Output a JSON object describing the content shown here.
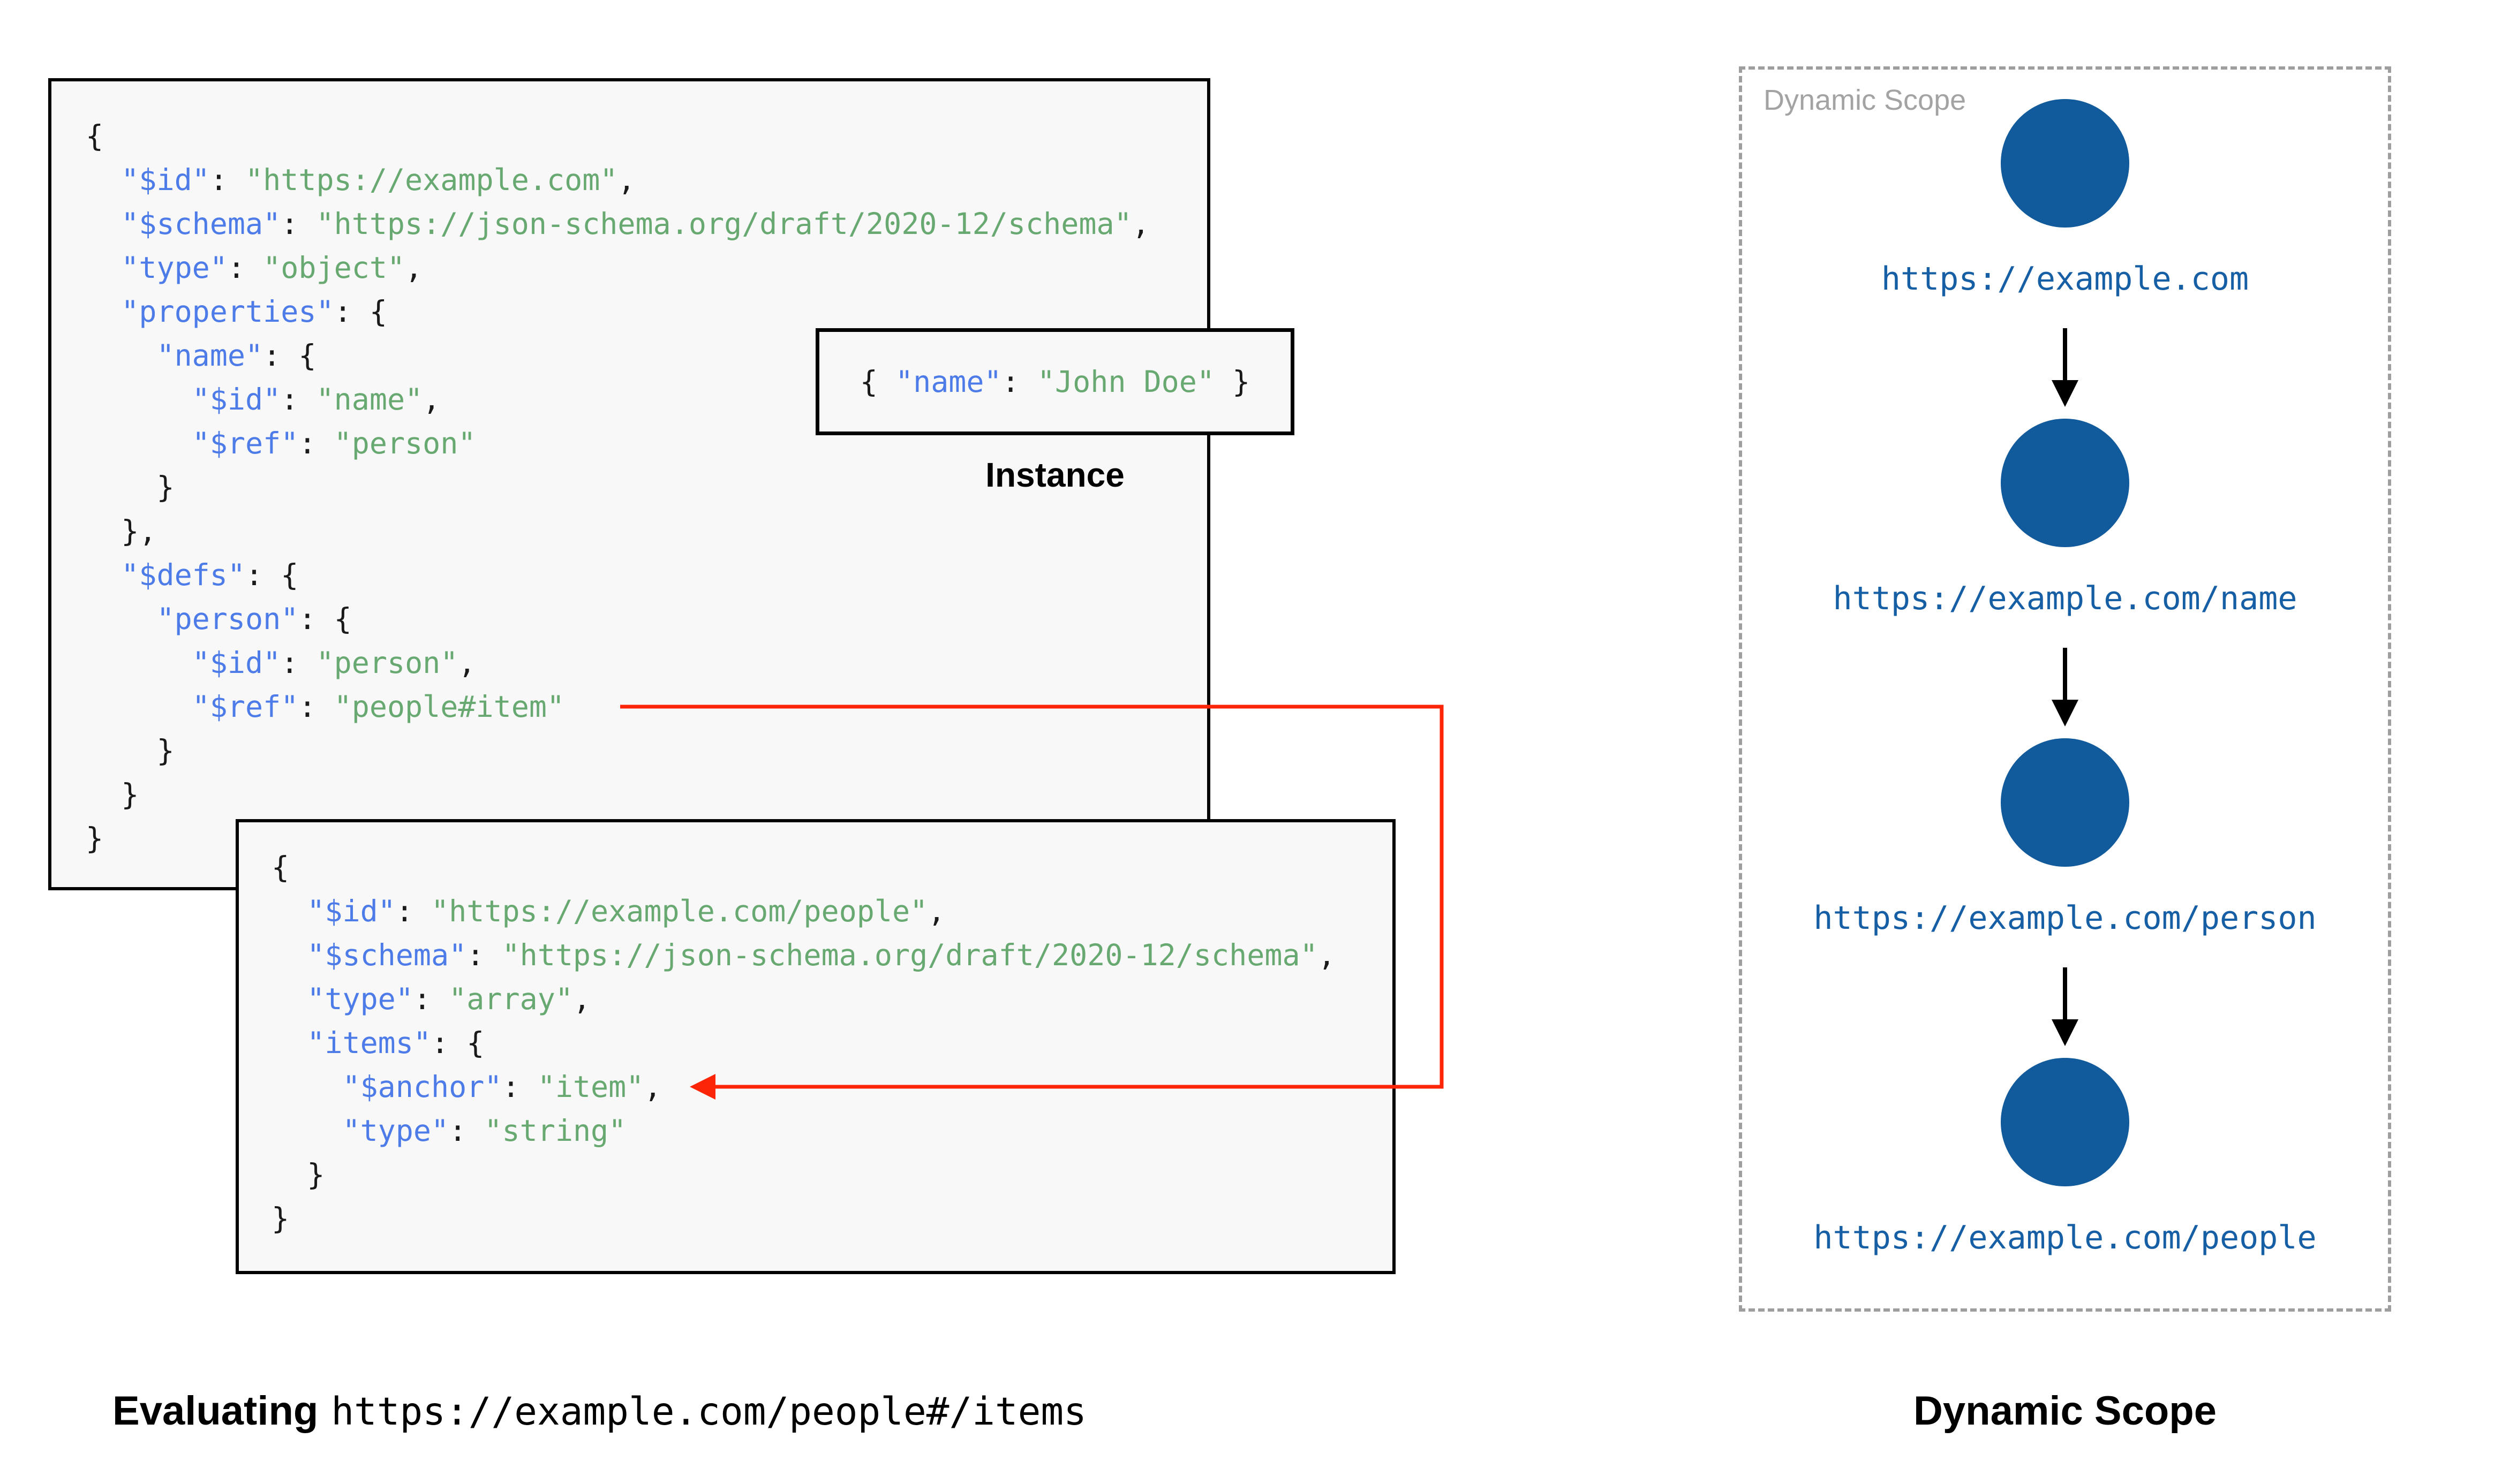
{
  "colors": {
    "box_background": "#f8f8f8",
    "box_border": "#000000",
    "json_key_blue": "#4d7be8",
    "json_string_green": "#68a871",
    "json_punct_black": "#1a1a1a",
    "ref_arrow_red": "#fc2508",
    "scope_circle_navy": "#115a9b",
    "scope_url_blue": "#175fa5",
    "scope_border_gray": "#9e9e9e",
    "scope_label_gray": "#a3a3a3"
  },
  "schema1": {
    "lines": [
      [
        [
          "p",
          "{"
        ]
      ],
      [
        [
          "p",
          "  "
        ],
        [
          "k",
          "\"$id\""
        ],
        [
          "p",
          ": "
        ],
        [
          "s",
          "\"https://example.com\""
        ],
        [
          "p",
          ","
        ]
      ],
      [
        [
          "p",
          "  "
        ],
        [
          "k",
          "\"$schema\""
        ],
        [
          "p",
          ": "
        ],
        [
          "s",
          "\"https://json-schema.org/draft/2020-12/schema\""
        ],
        [
          "p",
          ","
        ]
      ],
      [
        [
          "p",
          "  "
        ],
        [
          "k",
          "\"type\""
        ],
        [
          "p",
          ": "
        ],
        [
          "s",
          "\"object\""
        ],
        [
          "p",
          ","
        ]
      ],
      [
        [
          "p",
          "  "
        ],
        [
          "k",
          "\"properties\""
        ],
        [
          "p",
          ": {"
        ]
      ],
      [
        [
          "p",
          "    "
        ],
        [
          "k",
          "\"name\""
        ],
        [
          "p",
          ": {"
        ]
      ],
      [
        [
          "p",
          "      "
        ],
        [
          "k",
          "\"$id\""
        ],
        [
          "p",
          ": "
        ],
        [
          "s",
          "\"name\""
        ],
        [
          "p",
          ","
        ]
      ],
      [
        [
          "p",
          "      "
        ],
        [
          "k",
          "\"$ref\""
        ],
        [
          "p",
          ": "
        ],
        [
          "s",
          "\"person\""
        ]
      ],
      [
        [
          "p",
          "    }"
        ]
      ],
      [
        [
          "p",
          "  },"
        ]
      ],
      [
        [
          "p",
          "  "
        ],
        [
          "k",
          "\"$defs\""
        ],
        [
          "p",
          ": {"
        ]
      ],
      [
        [
          "p",
          "    "
        ],
        [
          "k",
          "\"person\""
        ],
        [
          "p",
          ": {"
        ]
      ],
      [
        [
          "p",
          "      "
        ],
        [
          "k",
          "\"$id\""
        ],
        [
          "p",
          ": "
        ],
        [
          "s",
          "\"person\""
        ],
        [
          "p",
          ","
        ]
      ],
      [
        [
          "p",
          "      "
        ],
        [
          "k",
          "\"$ref\""
        ],
        [
          "p",
          ": "
        ],
        [
          "s",
          "\"people#item\""
        ]
      ],
      [
        [
          "p",
          "    }"
        ]
      ],
      [
        [
          "p",
          "  }"
        ]
      ],
      [
        [
          "p",
          "}"
        ]
      ]
    ]
  },
  "schema2": {
    "lines": [
      [
        [
          "p",
          "{"
        ]
      ],
      [
        [
          "p",
          "  "
        ],
        [
          "k",
          "\"$id\""
        ],
        [
          "p",
          ": "
        ],
        [
          "s",
          "\"https://example.com/people\""
        ],
        [
          "p",
          ","
        ]
      ],
      [
        [
          "p",
          "  "
        ],
        [
          "k",
          "\"$schema\""
        ],
        [
          "p",
          ": "
        ],
        [
          "s",
          "\"https://json-schema.org/draft/2020-12/schema\""
        ],
        [
          "p",
          ","
        ]
      ],
      [
        [
          "p",
          "  "
        ],
        [
          "k",
          "\"type\""
        ],
        [
          "p",
          ": "
        ],
        [
          "s",
          "\"array\""
        ],
        [
          "p",
          ","
        ]
      ],
      [
        [
          "p",
          "  "
        ],
        [
          "k",
          "\"items\""
        ],
        [
          "p",
          ": {"
        ]
      ],
      [
        [
          "p",
          "    "
        ],
        [
          "k",
          "\"$anchor\""
        ],
        [
          "p",
          ": "
        ],
        [
          "s",
          "\"item\""
        ],
        [
          "p",
          ","
        ]
      ],
      [
        [
          "p",
          "    "
        ],
        [
          "k",
          "\"type\""
        ],
        [
          "p",
          ": "
        ],
        [
          "s",
          "\"string\""
        ]
      ],
      [
        [
          "p",
          "  }"
        ]
      ],
      [
        [
          "p",
          "}"
        ]
      ]
    ]
  },
  "instance": {
    "label": "Instance",
    "tokens": [
      [
        "p",
        "{ "
      ],
      [
        "k",
        "\"name\""
      ],
      [
        "p",
        ": "
      ],
      [
        "s",
        "\"John Doe\""
      ],
      [
        "p",
        " }"
      ]
    ]
  },
  "evaluating": {
    "prefix": "Evaluating",
    "url": "https://example.com/people#/items"
  },
  "dynamic_scope": {
    "panel_label": "Dynamic Scope",
    "caption": "Dynamic Scope",
    "nodes": [
      {
        "url": "https://example.com"
      },
      {
        "url": "https://example.com/name"
      },
      {
        "url": "https://example.com/person"
      },
      {
        "url": "https://example.com/people"
      }
    ]
  }
}
